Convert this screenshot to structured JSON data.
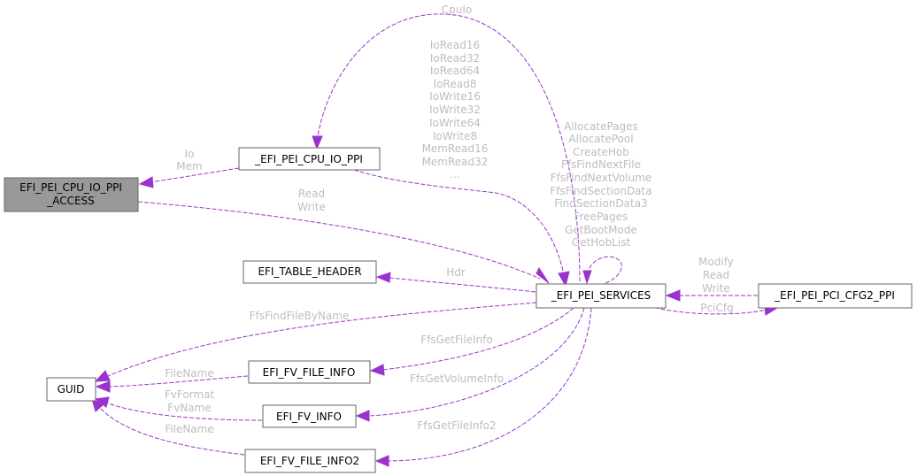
{
  "nodes": {
    "access": [
      "EFI_PEI_CPU_IO_PPI",
      "_ACCESS"
    ],
    "cpu_io_ppi": [
      "_EFI_PEI_CPU_IO_PPI"
    ],
    "table_header": [
      "EFI_TABLE_HEADER"
    ],
    "pei_services": [
      "_EFI_PEI_SERVICES"
    ],
    "pci_cfg2_ppi": [
      "_EFI_PEI_PCI_CFG2_PPI"
    ],
    "guid": [
      "GUID"
    ],
    "fv_file_info": [
      "EFI_FV_FILE_INFO"
    ],
    "fv_info": [
      "EFI_FV_INFO"
    ],
    "fv_file_info2": [
      "EFI_FV_FILE_INFO2"
    ]
  },
  "edges": {
    "cpuio": [
      "CpuIo"
    ],
    "io_mem": [
      "Io",
      "Mem"
    ],
    "cpu_io_members": [
      "IoRead16",
      "IoRead32",
      "IoRead64",
      "IoRead8",
      "IoWrite16",
      "IoWrite32",
      "IoWrite64",
      "IoWrite8",
      "MemRead16",
      "MemRead32",
      "..."
    ],
    "read_write": [
      "Read",
      "Write"
    ],
    "self_members": [
      "AllocatePages",
      "AllocatePool",
      "CreateHob",
      "FfsFindNextFile",
      "FfsFindNextVolume",
      "FfsFindSectionData",
      "FindSectionData3",
      "FreePages",
      "GetBootMode",
      "GetHobList"
    ],
    "hdr": [
      "Hdr"
    ],
    "modify_read_write": [
      "Modify",
      "Read",
      "Write"
    ],
    "pcicfg": [
      "PciCfg"
    ],
    "ffsfindfilebyname": [
      "FfsFindFileByName"
    ],
    "ffsgetfileinfo": [
      "FfsGetFileInfo"
    ],
    "filename1": [
      "FileName"
    ],
    "ffsgetvolumeinfo": [
      "FfsGetVolumeInfo"
    ],
    "fvformat_fvname": [
      "FvFormat",
      "FvName"
    ],
    "ffsgetfileinfo2": [
      "FfsGetFileInfo2"
    ],
    "filename2": [
      "FileName"
    ]
  }
}
